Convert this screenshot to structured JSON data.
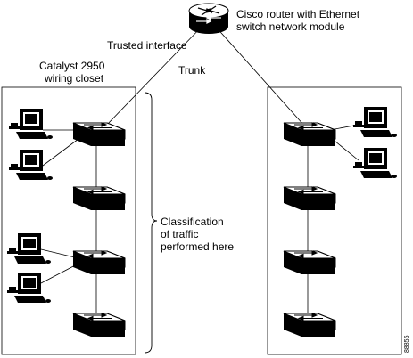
{
  "diagram": {
    "router_label": [
      "Cisco router with Ethernet",
      "switch network module"
    ],
    "trusted_interface": "Trusted interface",
    "trunk": "Trunk",
    "closet_label": [
      "Catalyst 2950",
      "wiring closet"
    ],
    "classification": [
      "Classification",
      "of traffic",
      "performed here"
    ],
    "figure_id": "88855"
  }
}
